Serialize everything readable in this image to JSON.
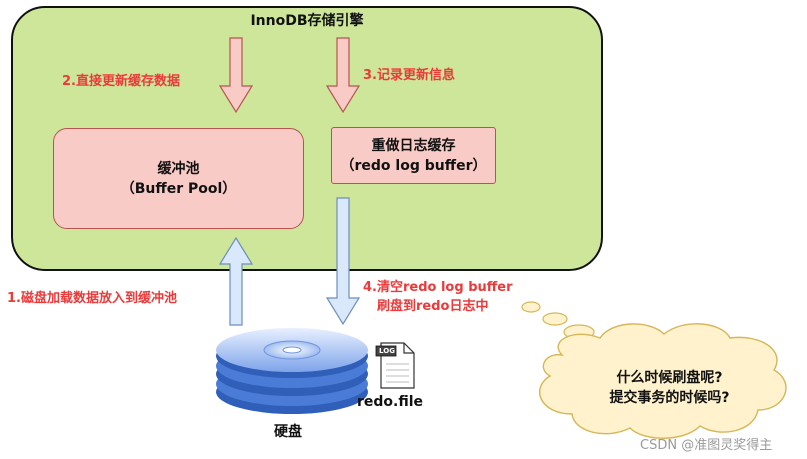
{
  "engine": {
    "title": "InnoDB存储引擎"
  },
  "buffer_pool": {
    "name": "缓冲池",
    "sub": "（Buffer Pool）"
  },
  "redo_buffer": {
    "name": "重做日志缓存",
    "sub": "（redo log buffer）"
  },
  "steps": {
    "s1": "1.磁盘加载数据放入到缓冲池",
    "s2": "2.直接更新缓存数据",
    "s3": "3.记录更新信息",
    "s4_line1": "4.清空redo log buffer",
    "s4_line2": "刷盘到redo日志中"
  },
  "disk": {
    "label": "硬盘"
  },
  "file": {
    "icon_text": "LOG",
    "label": "redo.file"
  },
  "thought": {
    "line1": "什么时候刷盘呢?",
    "line2": "提交事务的时候吗?"
  },
  "watermark": "CSDN @准图灵奖得主",
  "colors": {
    "engine_fill": "#cde69a",
    "box_fill": "#f8cbc6",
    "box_border": "#b85450",
    "down_arrow_fill": "#f8cbc6",
    "up_arrow_fill": "#dae8fc",
    "disk_blue": "#4a7bd6",
    "thought_fill": "#fff2cc",
    "step_text": "#ea3a3a"
  }
}
